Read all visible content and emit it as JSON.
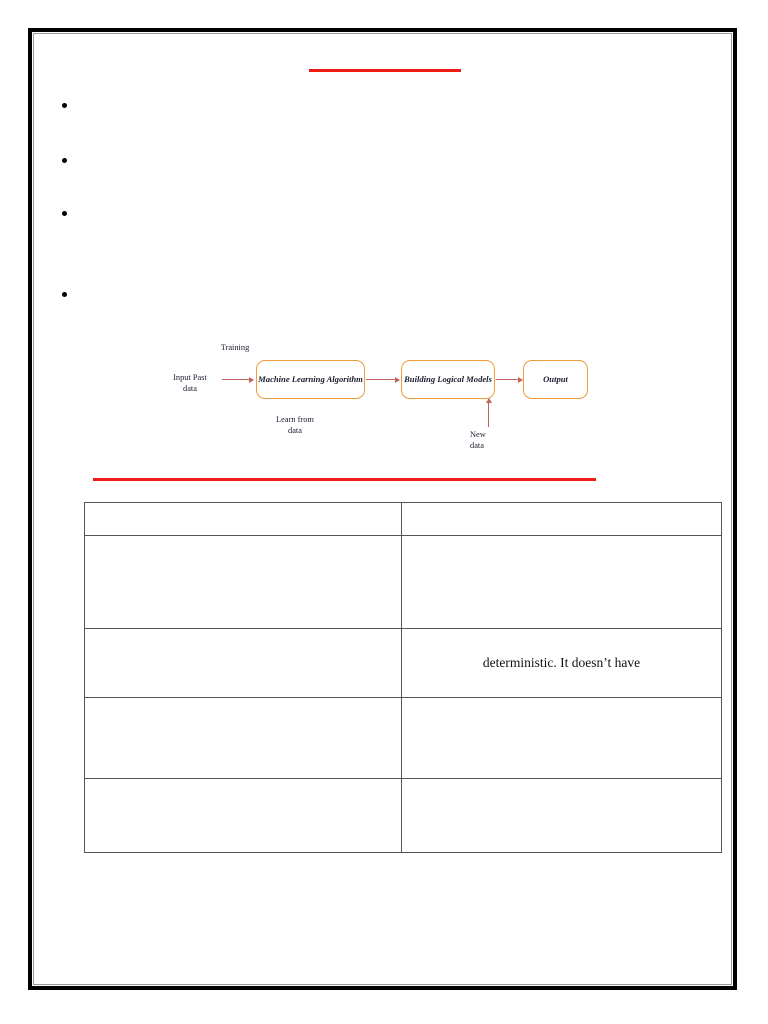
{
  "document": {
    "page_background": "#ffffff",
    "frame_color": "#000000",
    "accent_rule_color": "#ef1c15",
    "diagram_box_border": "#ef9b3c",
    "diagram_arrow_color": "#c0655a"
  },
  "headings": {
    "top_rule_label": "",
    "mid_rule_label": ""
  },
  "bullets": [
    {
      "text": ""
    },
    {
      "text": ""
    },
    {
      "text": ""
    },
    {
      "text": ""
    }
  ],
  "diagram": {
    "name": "machine-learning-workflow",
    "boxes": [
      {
        "id": "ml-algorithm",
        "label": "Machine Learning\nAlgorithm"
      },
      {
        "id": "building-logical-models",
        "label": "Building\nLogical Models"
      },
      {
        "id": "output",
        "label": "Output"
      }
    ],
    "labels": {
      "training": "Training",
      "input": "Input Past\ndata",
      "learn": "Learn from\ndata",
      "new": "New\ndata"
    }
  },
  "table": {
    "name": "comparison-table",
    "columns": [
      "",
      ""
    ],
    "rows": [
      {
        "left": "",
        "right": ""
      },
      {
        "left": "",
        "right": ""
      },
      {
        "left": "",
        "right": "deterministic. It doesn’t have"
      },
      {
        "left": "",
        "right": ""
      },
      {
        "left": "",
        "right": ""
      }
    ]
  }
}
